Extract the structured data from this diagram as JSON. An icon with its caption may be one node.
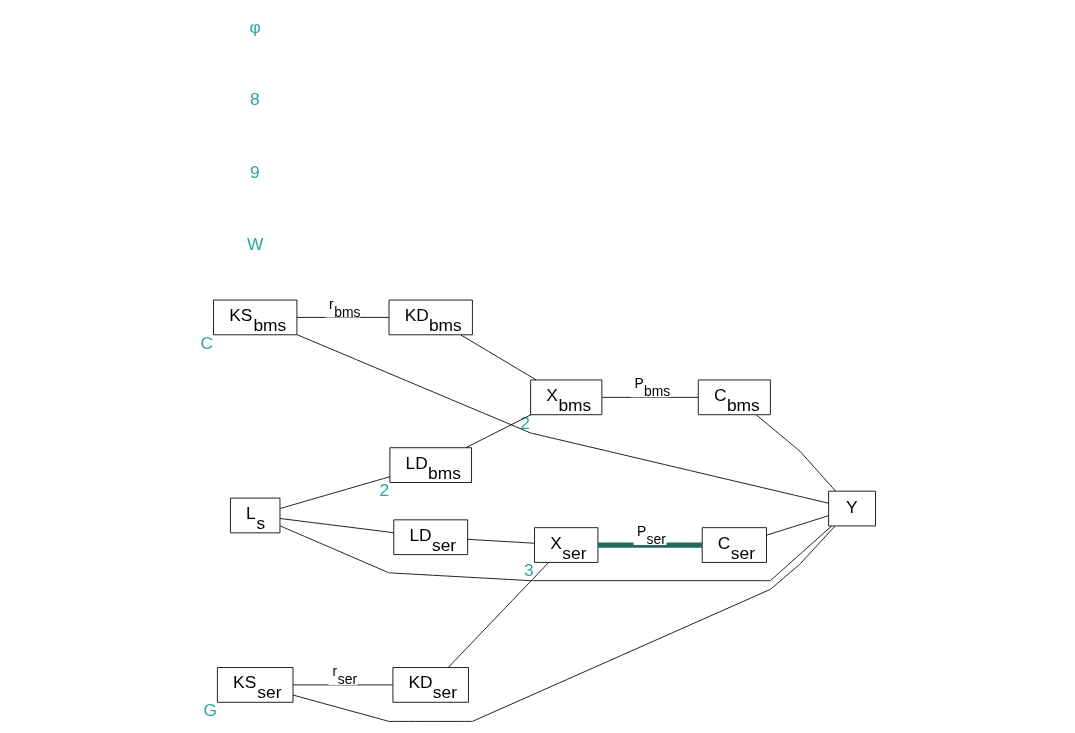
{
  "diagram": {
    "nodes": [
      {
        "text": [
          "KS$_{bms}$"
        ],
        "beside": [
          "C"
        ]
      },
      {
        "text": [
          "KD$_{bms}$"
        ]
      },
      {
        "text": [
          "L$_{s}$"
        ]
      },
      {
        "text": [
          "LD$_{bms}$"
        ],
        "beside": [
          "2"
        ]
      },
      {
        "text": [
          "X$_{bms}$"
        ],
        "beside": [
          "2"
        ]
      },
      {
        "text": [
          "C$_{bms}$"
        ]
      },
      {
        "text": [
          "LD$_{ser}$"
        ]
      },
      {
        "text": [
          "KS$_{ser}$"
        ],
        "beside": [
          "G"
        ]
      },
      {
        "text": [
          "KD$_{ser}$"
        ]
      },
      {
        "text": [
          "X$_{ser}$"
        ],
        "beside": [
          "3"
        ]
      },
      {
        "text": [
          "C$_{ser}$"
        ]
      },
      {
        "text": [
          "Y"
        ]
      }
    ],
    "edges": [
      {
        "from": 0,
        "to": 1,
        "arrow": "none",
        "label": "r$_{bms}$"
      },
      {
        "from": 1,
        "to": 4,
        "arrow": "none"
      },
      {
        "from": 2,
        "to": 3,
        "arrow": "none"
      },
      {
        "from": 3,
        "to": 4,
        "arrow": "none"
      },
      {
        "from": 4,
        "to": 5,
        "arrow": "none",
        "label": "P$_{bms}$"
      },
      {
        "from": 2,
        "to": 6,
        "arrow": "none"
      },
      {
        "from": 6,
        "to": 9,
        "arrow": "none"
      },
      {
        "from": 7,
        "to": 8,
        "arrow": "none",
        "label": "r$_{ser}$"
      },
      {
        "from": 8,
        "to": 9,
        "arrow": "none"
      },
      {
        "from": 9,
        "to": 10,
        "arrow": "none",
        "label": "P$_{ser}$",
        "style": "thick",
        "color": "#1f6b5e"
      },
      {
        "from": 5,
        "to": 11,
        "arrow": "none"
      },
      {
        "from": 10,
        "to": 11,
        "arrow": "none"
      },
      {
        "from": 11,
        "to": 0,
        "arrow": "none"
      },
      {
        "from": 11,
        "to": 2,
        "arrow": "none"
      },
      {
        "from": 11,
        "to": 7,
        "arrow": "none"
      }
    ],
    "labels": [
      "W",
      "9",
      "8",
      "φ"
    ]
  }
}
